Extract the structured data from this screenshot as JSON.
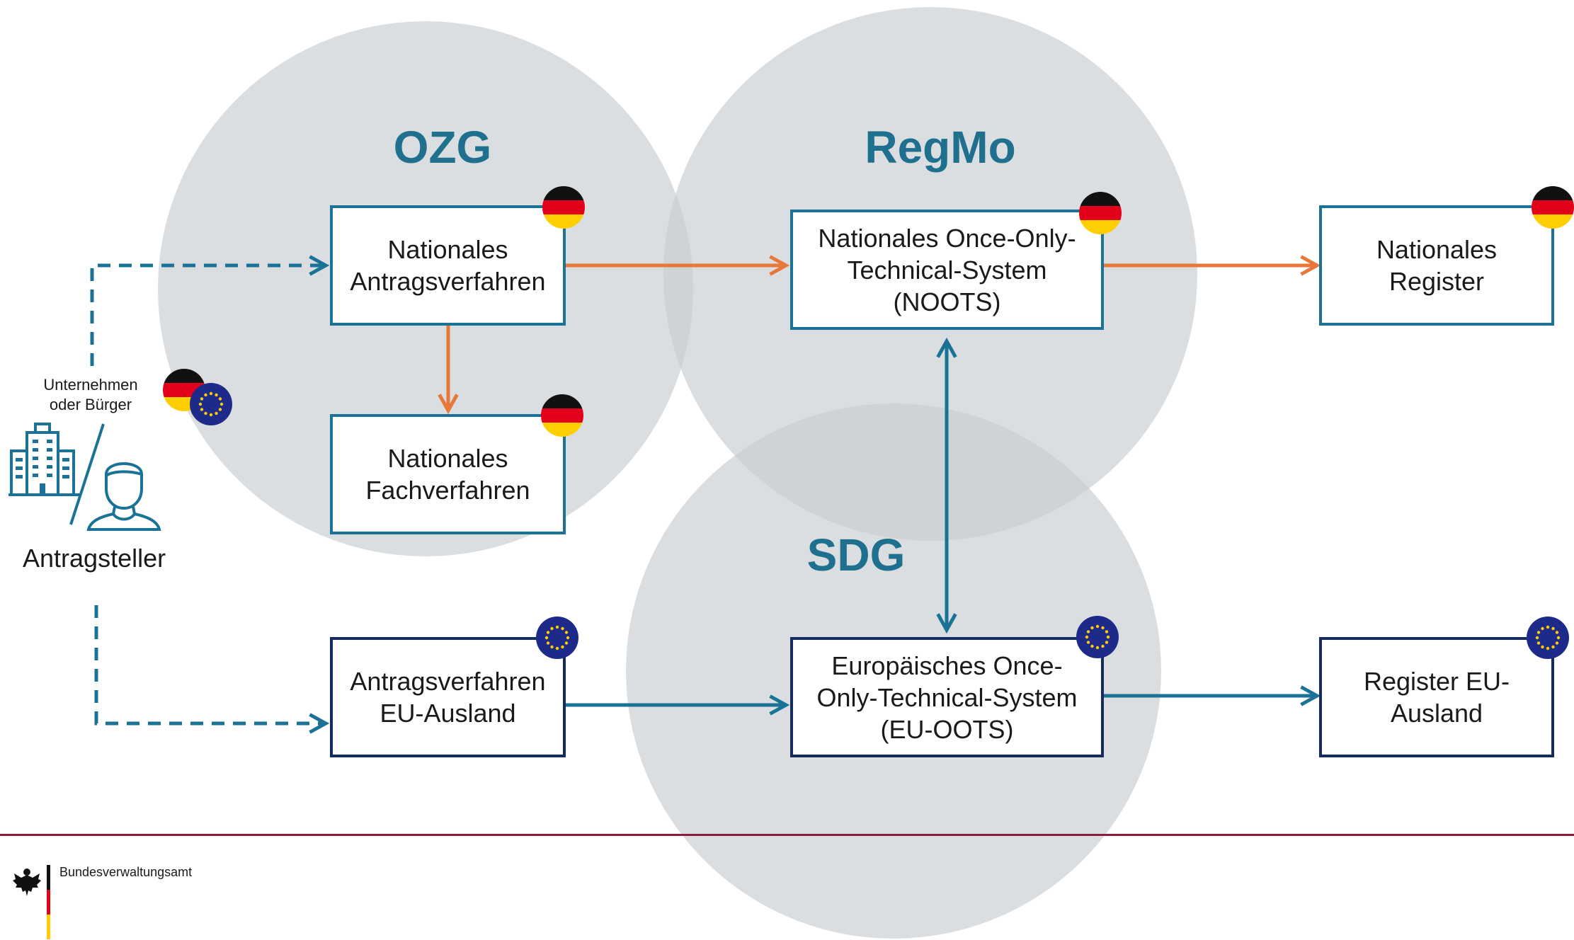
{
  "groups": {
    "ozg": "OZG",
    "regmo": "RegMo",
    "sdg": "SDG"
  },
  "boxes": {
    "nationales_antragsverfahren": [
      "Nationales",
      "Antragsverfahren"
    ],
    "nationales_fachverfahren": [
      "Nationales",
      "Fachverfahren"
    ],
    "noots": [
      "Nationales Once-Only-",
      "Technical-System",
      "(NOOTS)"
    ],
    "nationales_register": [
      "Nationales",
      "Register"
    ],
    "antragsverfahren_eu": [
      "Antragsverfahren",
      "EU-Ausland"
    ],
    "eu_oots": [
      "Europäisches Once-",
      "Only-Technical-System",
      "(EU-OOTS)"
    ],
    "register_eu": [
      "Register EU-",
      "Ausland"
    ]
  },
  "actor": {
    "caption": [
      "Unternehmen",
      "oder Bürger"
    ],
    "label": "Antragsteller"
  },
  "footer": {
    "organization": "Bundesverwaltungsamt"
  },
  "colors": {
    "circle_fill": "#c8cdd0",
    "group_title": "#1f708f",
    "national_flow": "#e8773a",
    "eu_flow": "#1a7396",
    "dashed_flow": "#1a7396",
    "eu_box_border": "#152a5e",
    "national_box_border": "#1a7396",
    "footer_rule": "#8a1f3b"
  },
  "icons": {
    "german_flag": "flag-de-icon",
    "eu_flag": "flag-eu-icon",
    "building": "building-icon",
    "person": "person-icon",
    "federal_eagle": "federal-eagle-icon"
  }
}
